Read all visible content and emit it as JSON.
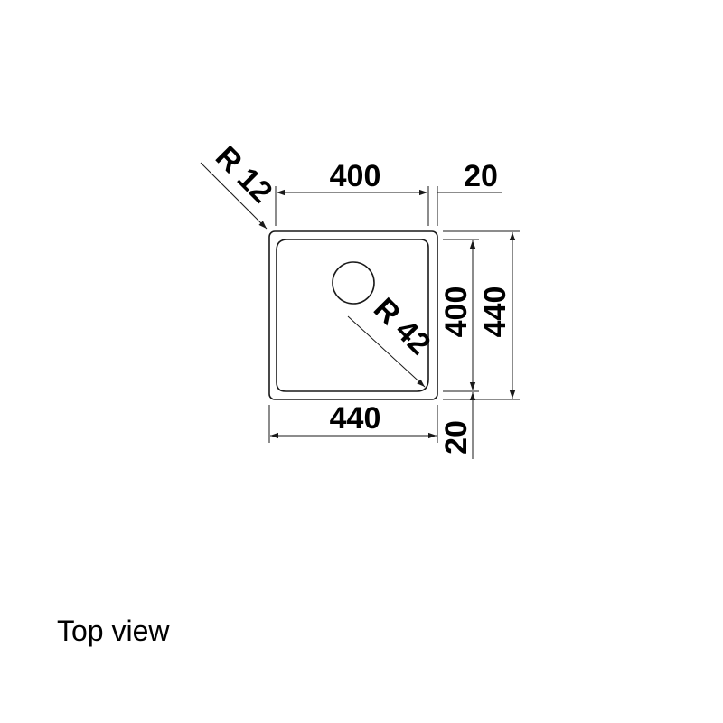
{
  "caption": "Top view",
  "dimensions": {
    "inner_width": "400",
    "outer_width": "440",
    "inner_height": "400",
    "outer_height": "440",
    "rim_top": "20",
    "rim_bottom": "20",
    "corner_radius_outer": "R 12",
    "corner_radius_inner": "R 42"
  },
  "colors": {
    "line": "#1a1a1a",
    "text": "#000000",
    "background": "#ffffff"
  }
}
